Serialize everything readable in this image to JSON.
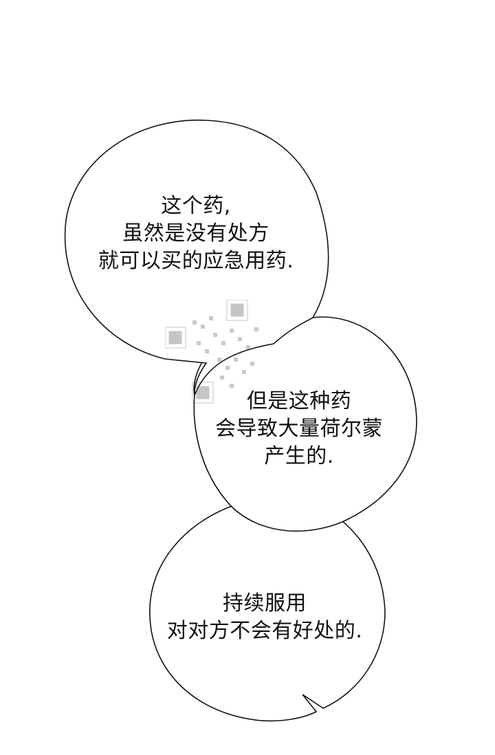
{
  "bubbles": [
    {
      "lines": [
        "这个药,",
        "虽然是没有处方",
        "就可以买的应急用药."
      ]
    },
    {
      "lines": [
        "但是这种药",
        "会导致大量荷尔蒙",
        "产生的."
      ]
    },
    {
      "lines": [
        "持续服用",
        "对对方不会有好处的."
      ]
    }
  ],
  "colors": {
    "background": "#ffffff",
    "outline": "#111111",
    "text": "#111111"
  }
}
